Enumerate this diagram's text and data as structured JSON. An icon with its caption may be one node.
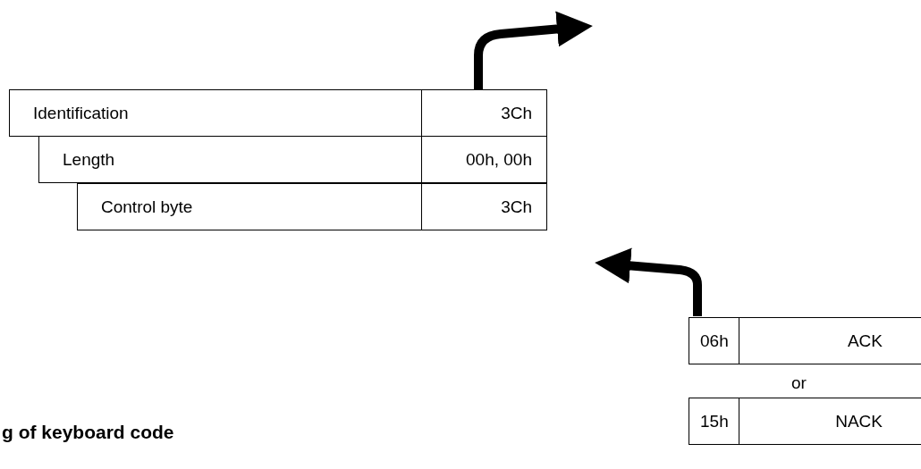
{
  "diagram": {
    "title": "g of keyboard code",
    "nodes": [
      {
        "text": [
          "Identification",
          "3Ch"
        ]
      },
      {
        "text": [
          "Length",
          "00h, 00h"
        ]
      },
      {
        "text": [
          "Control byte",
          "3Ch"
        ]
      },
      {
        "text": [
          "06h",
          "ACK"
        ]
      },
      {
        "text": [
          "15h",
          "NACK"
        ]
      }
    ],
    "edges": [
      {
        "from": 0,
        "to": null,
        "arrow": "to"
      },
      {
        "from": 3,
        "to": null,
        "arrow": "to"
      }
    ],
    "labels": [
      "or"
    ]
  }
}
